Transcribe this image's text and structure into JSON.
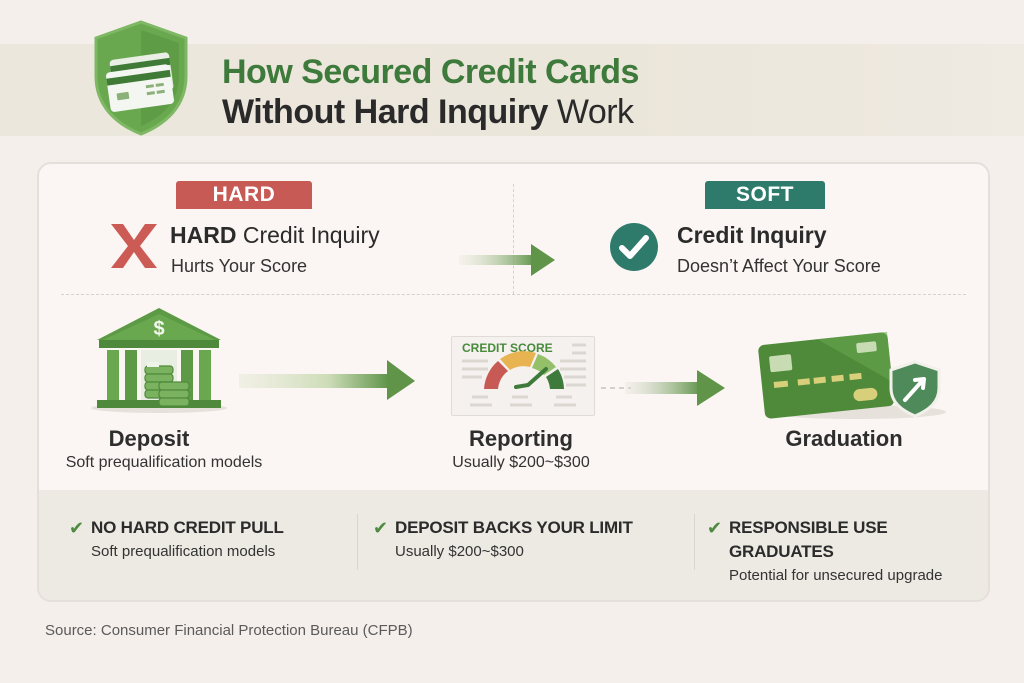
{
  "title": {
    "line1": "How Secured Credit Cards",
    "line2_bold": "Without Hard Inquiry",
    "line2_regular": " Work"
  },
  "colors": {
    "brand_green": "#3e7a3b",
    "hard_red": "#c85a55",
    "soft_teal": "#2e7a6b",
    "check_green": "#4e8a3f"
  },
  "comparison": {
    "hard": {
      "badge": "HARD",
      "title_bold": "HARD",
      "title_rest": " Credit Inquiry",
      "subtitle": "Hurts Your Score",
      "icon": "x-icon"
    },
    "soft": {
      "badge": "SOFT",
      "title": "Credit Inquiry",
      "subtitle": "Doesn’t Affect Your Score",
      "icon": "check-circle-icon"
    }
  },
  "steps": [
    {
      "label": "Deposit",
      "subtitle": "Soft prequalification models",
      "icon": "bank-icon"
    },
    {
      "label": "Reporting",
      "subtitle": "Usually $200~$300",
      "icon": "credit-score-gauge-icon",
      "card_title": "CREDIT SCORE"
    },
    {
      "label": "Graduation",
      "subtitle": "",
      "icon": "credit-card-shield-icon"
    }
  ],
  "features": [
    {
      "title": "NO HARD CREDIT PULL",
      "subtitle": "Soft prequalification models"
    },
    {
      "title": "DEPOSIT BACKS YOUR LIMIT",
      "subtitle": "Usually $200~$300"
    },
    {
      "title": "RESPONSIBLE USE GRADUATES",
      "subtitle": "Potential for unsecured upgrade"
    }
  ],
  "source": "Source: Consumer Financial Protection Bureau (CFPB)"
}
